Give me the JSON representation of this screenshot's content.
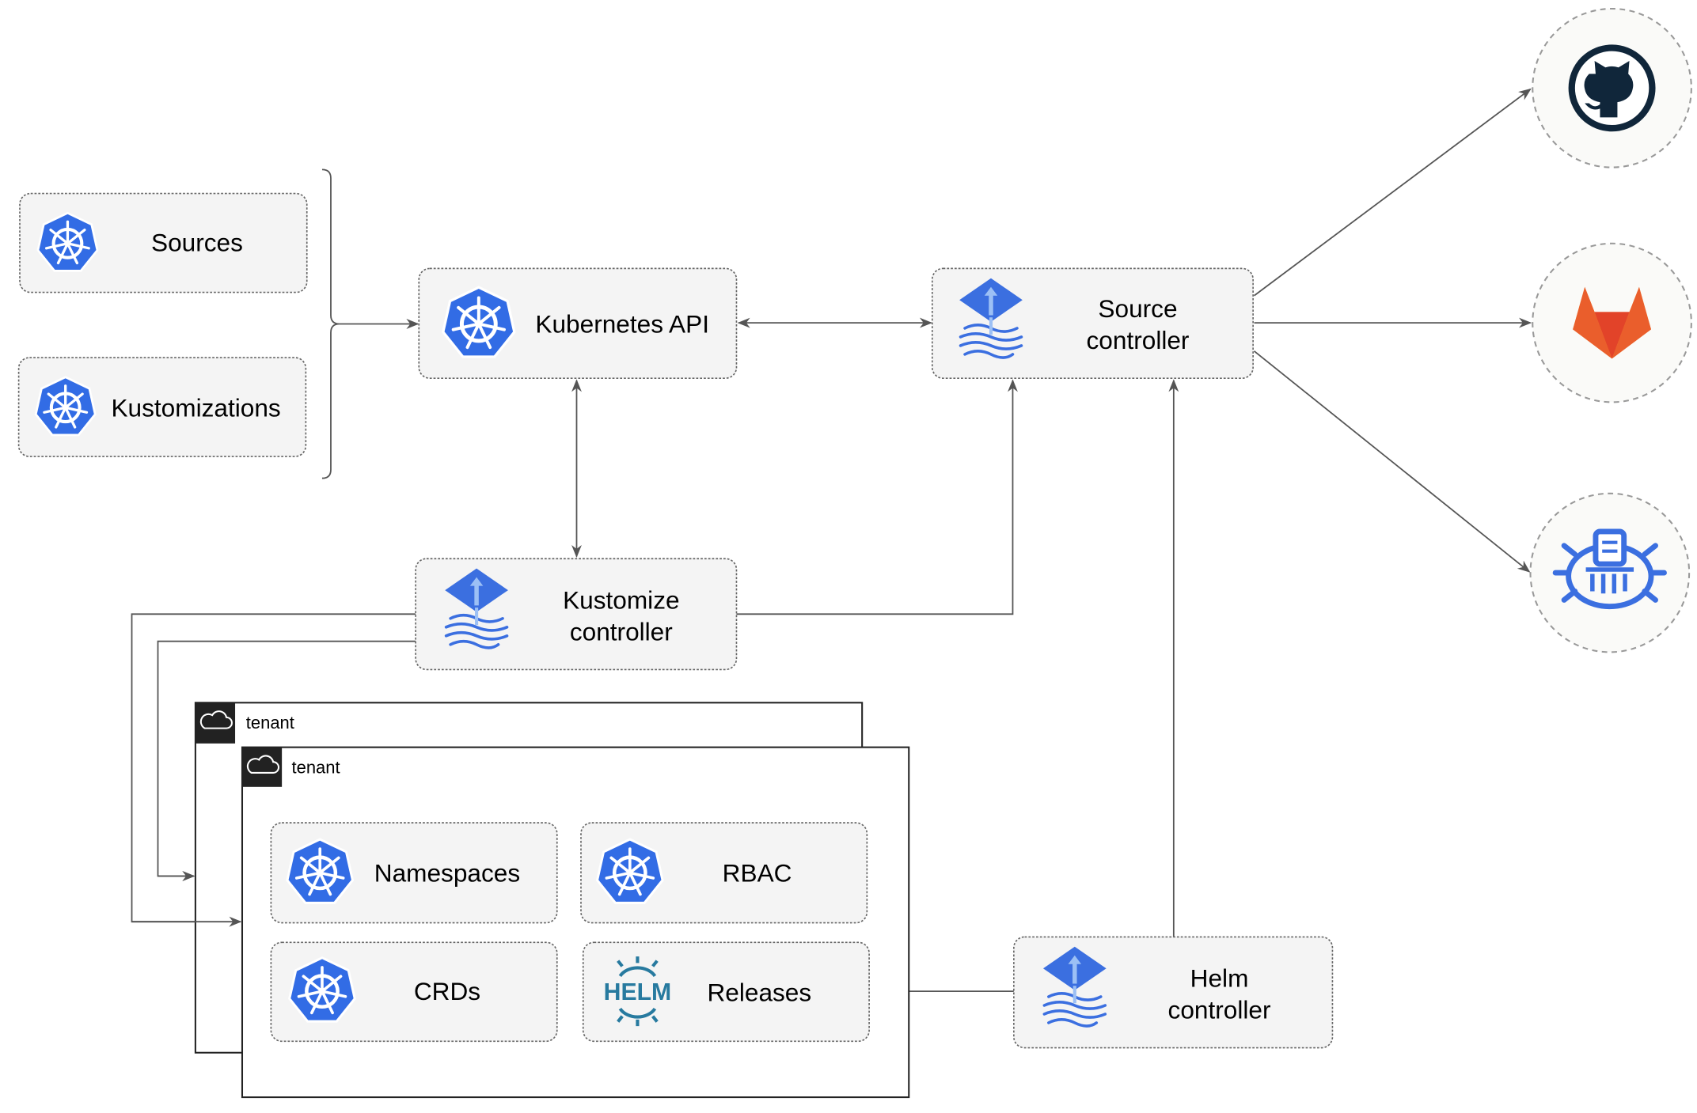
{
  "colors": {
    "kubernetes_blue": "#326CE5",
    "flux_blue": "#3B6FE0",
    "github_dark": "#10263A",
    "gitlab_orange": "#E8572B",
    "gitlab_yellow": "#F9A034",
    "helm_blue": "#277A9F"
  },
  "nodes": {
    "sources": {
      "label": "Sources",
      "icon": "kubernetes-icon"
    },
    "kustomizations": {
      "label": "Kustomizations",
      "icon": "kubernetes-icon"
    },
    "kubernetes_api": {
      "label": "Kubernetes API",
      "icon": "kubernetes-icon"
    },
    "source_controller": {
      "line1": "Source",
      "line2": "controller",
      "icon": "flux-icon"
    },
    "kustomize_controller": {
      "line1": "Kustomize",
      "line2": "controller",
      "icon": "flux-icon"
    },
    "helm_controller": {
      "line1": "Helm",
      "line2": "controller",
      "icon": "flux-icon"
    },
    "namespaces": {
      "label": "Namespaces",
      "icon": "kubernetes-icon"
    },
    "rbac": {
      "label": "RBAC",
      "icon": "kubernetes-icon"
    },
    "crds": {
      "label": "CRDs",
      "icon": "kubernetes-icon"
    },
    "releases": {
      "label": "Releases",
      "icon": "helm-icon",
      "logo_text": "HELM"
    }
  },
  "tenants": [
    {
      "label": "tenant"
    },
    {
      "label": "tenant"
    }
  ],
  "external": [
    {
      "icon": "github-icon"
    },
    {
      "icon": "gitlab-icon"
    },
    {
      "icon": "bucket-icon"
    }
  ]
}
